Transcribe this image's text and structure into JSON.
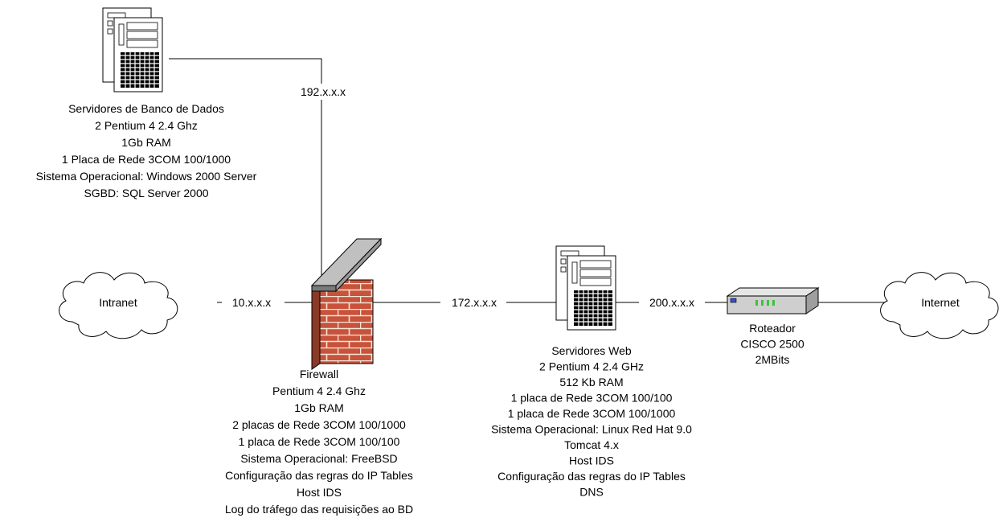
{
  "labels": {
    "db_ip": "192.x.x.x",
    "intranet_ip": "10.x.x.x",
    "web_ip": "172.x.x.x",
    "internet_ip": "200.x.x.x"
  },
  "clouds": {
    "intranet": "Intranet",
    "internet": "Internet"
  },
  "db_servers": {
    "lines": [
      "Servidores de Banco de Dados",
      "2 Pentium 4 2.4 Ghz",
      "1Gb RAM",
      "1 Placa de Rede 3COM 100/1000",
      "Sistema Operacional: Windows 2000 Server",
      "SGBD: SQL Server 2000"
    ]
  },
  "firewall": {
    "lines": [
      "Firewall",
      "Pentium 4 2.4 Ghz",
      "1Gb RAM",
      "2 placas de Rede 3COM 100/1000",
      "1 placa de Rede 3COM 100/100",
      "Sistema Operacional: FreeBSD",
      "Configuração das regras do IP Tables",
      "Host IDS",
      "Log do tráfego das requisições ao BD"
    ]
  },
  "web_servers": {
    "lines": [
      "Servidores Web",
      "2 Pentium 4 2.4 GHz",
      "512 Kb RAM",
      "1 placa de Rede 3COM 100/100",
      "1 placa de Rede 3COM 100/1000",
      "Sistema Operacional: Linux Red Hat 9.0",
      "Tomcat 4.x",
      "Host IDS",
      "Configuração das regras do IP Tables",
      "DNS"
    ]
  },
  "router": {
    "lines": [
      "Roteador",
      "CISCO 2500",
      "2MBits"
    ]
  },
  "colors": {
    "brick": "#c9523a",
    "brick_mortar": "#f2e6d8",
    "firewall_cap": "#c0c0c0",
    "server_body": "#ffffff",
    "server_line": "#000000",
    "router_body": "#cfcfcf",
    "router_led": "#39c43a",
    "cloud_fill": "#ffffff"
  }
}
